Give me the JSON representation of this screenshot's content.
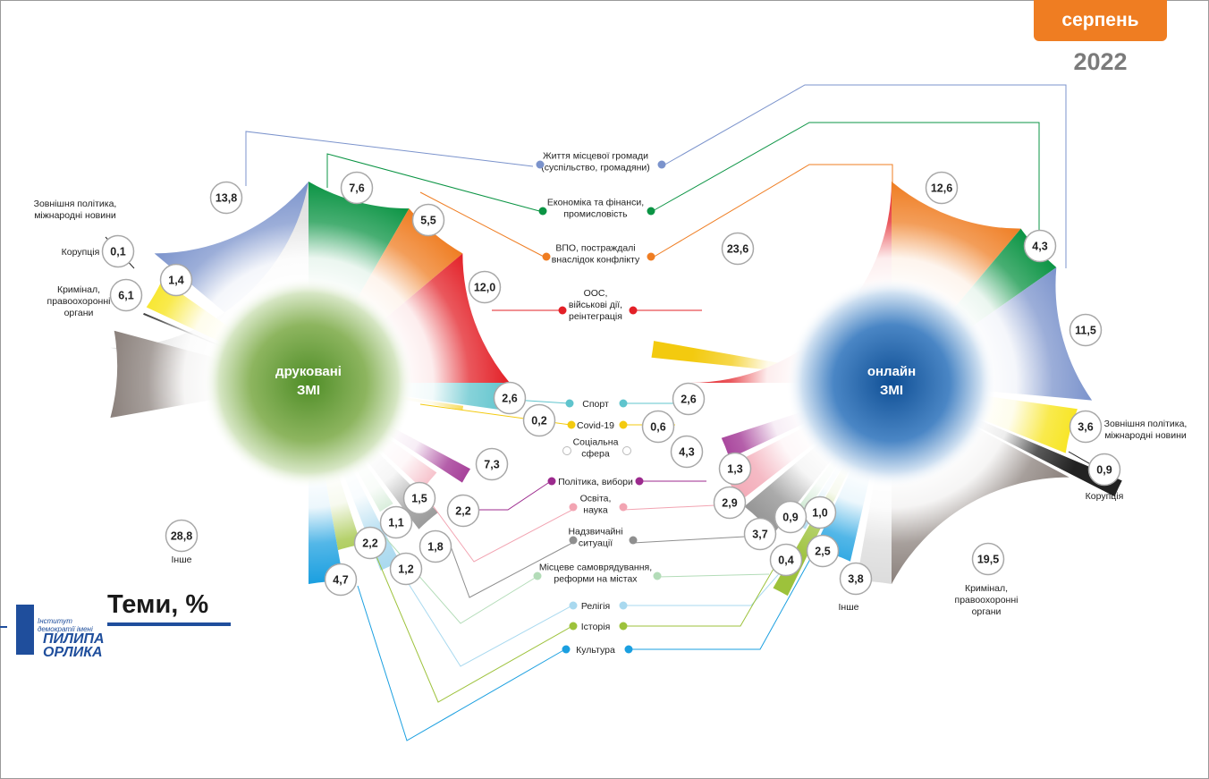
{
  "header": {
    "month": "серпень",
    "year": "2022"
  },
  "footer": {
    "title": "Теми, %",
    "logo_line1": "Інститут демократії імені",
    "logo_line2": "ПИЛИПА ОРЛИКА"
  },
  "chart_data": [
    {
      "type": "pie",
      "title": "друковані ЗМІ",
      "slices": [
        {
          "label": "Життя місцевої громади (суспільство, громадяни)",
          "value": 13.8,
          "value_text": "13,8",
          "color": "#7b93cc"
        },
        {
          "label": "Економіка та фінанси, промисловість",
          "value": 7.6,
          "value_text": "7,6",
          "color": "#0b9444"
        },
        {
          "label": "ВПО, постраждалі внаслідок конфлікту",
          "value": 5.5,
          "value_text": "5,5",
          "color": "#ef7d22"
        },
        {
          "label": "ООС, військові дії, реінтеграція",
          "value": 12.0,
          "value_text": "12,0",
          "color": "#e32027"
        },
        {
          "label": "Спорт",
          "value": 2.6,
          "value_text": "2,6",
          "color": "#5fc4cd"
        },
        {
          "label": "Covid-19",
          "value": 0.2,
          "value_text": "0,2",
          "color": "#f3ca0f"
        },
        {
          "label": "Соціальна сфера",
          "value": 7.3,
          "value_text": "7,3",
          "color": "#ffffff"
        },
        {
          "label": "Політика, вибори",
          "value": 2.2,
          "value_text": "2,2",
          "color": "#9c2a8e"
        },
        {
          "label": "Освіта, наука",
          "value": 1.5,
          "value_text": "1,5",
          "color": "#f2a4b2"
        },
        {
          "label": "Надзвичайні ситуації",
          "value": 1.8,
          "value_text": "1,8",
          "color": "#8f8f8f"
        },
        {
          "label": "Місцеве самоврядування, реформи на містах",
          "value": 1.1,
          "value_text": "1,1",
          "color": "#b3dcb8"
        },
        {
          "label": "Релігія",
          "value": 1.2,
          "value_text": "1,2",
          "color": "#a9d9ef"
        },
        {
          "label": "Історія",
          "value": 2.2,
          "value_text": "2,2",
          "color": "#9dc23b"
        },
        {
          "label": "Культура",
          "value": 4.7,
          "value_text": "4,7",
          "color": "#1a9fe0"
        },
        {
          "label": "Інше",
          "value": 28.8,
          "value_text": "28,8",
          "color": "#dcdcdc"
        },
        {
          "label": "Кримінал, правоохоронні органи",
          "value": 6.1,
          "value_text": "6,1",
          "color": "#8a807b"
        },
        {
          "label": "Корупція",
          "value": 0.1,
          "value_text": "0,1",
          "color": "#222222"
        },
        {
          "label": "Зовнішня політика, міжнародні новини",
          "value": 1.4,
          "value_text": "1,4",
          "color": "#f7e311"
        }
      ]
    },
    {
      "type": "pie",
      "title": "онлайн ЗМІ",
      "slices": [
        {
          "label": "ВПО, постраждалі внаслідок конфлікту",
          "value": 12.6,
          "value_text": "12,6",
          "color": "#ef7d22"
        },
        {
          "label": "Економіка та фінанси, промисловість",
          "value": 4.3,
          "value_text": "4,3",
          "color": "#0b9444"
        },
        {
          "label": "Життя місцевої громади (суспільство, громадяни)",
          "value": 11.5,
          "value_text": "11,5",
          "color": "#7b93cc"
        },
        {
          "label": "Зовнішня політика, міжнародні новини",
          "value": 3.6,
          "value_text": "3,6",
          "color": "#f7e311"
        },
        {
          "label": "Корупція",
          "value": 0.9,
          "value_text": "0,9",
          "color": "#222222"
        },
        {
          "label": "Кримінал, правоохоронні органи",
          "value": 19.5,
          "value_text": "19,5",
          "color": "#8a807b"
        },
        {
          "label": "Інше",
          "value": 3.8,
          "value_text": "3,8",
          "color": "#dcdcdc"
        },
        {
          "label": "Культура",
          "value": 2.5,
          "value_text": "2,5",
          "color": "#1a9fe0"
        },
        {
          "label": "Історія",
          "value": 0.4,
          "value_text": "0,4",
          "color": "#9dc23b"
        },
        {
          "label": "Релігія",
          "value": 1.0,
          "value_text": "1,0",
          "color": "#a9d9ef"
        },
        {
          "label": "Місцеве самоврядування, реформи на містах",
          "value": 0.9,
          "value_text": "0,9",
          "color": "#b3dcb8"
        },
        {
          "label": "Надзвичайні ситуації",
          "value": 3.7,
          "value_text": "3,7",
          "color": "#8f8f8f"
        },
        {
          "label": "Освіта, наука",
          "value": 2.9,
          "value_text": "2,9",
          "color": "#f2a4b2"
        },
        {
          "label": "Політика, вибори",
          "value": 1.3,
          "value_text": "1,3",
          "color": "#9c2a8e"
        },
        {
          "label": "Соціальна сфера",
          "value": 4.3,
          "value_text": "4,3",
          "color": "#ffffff"
        },
        {
          "label": "Covid-19",
          "value": 0.6,
          "value_text": "0,6",
          "color": "#f3ca0f"
        },
        {
          "label": "Спорт",
          "value": 2.6,
          "value_text": "2,6",
          "color": "#5fc4cd"
        },
        {
          "label": "ООС, військові дії, реінтеграція",
          "value": 23.6,
          "value_text": "23,6",
          "color": "#e32027"
        }
      ]
    }
  ],
  "legend": [
    {
      "lines": [
        "Життя місцевої громади",
        "(суспільство, громадяни)"
      ],
      "color": "#7b93cc"
    },
    {
      "lines": [
        "Економіка та фінанси,",
        "промисловість"
      ],
      "color": "#0b9444"
    },
    {
      "lines": [
        "ВПО, постраждалі",
        "внаслідок конфлікту"
      ],
      "color": "#ef7d22"
    },
    {
      "lines": [
        "ООС,",
        "військові дії,",
        "реінтеграція"
      ],
      "color": "#e32027"
    },
    {
      "lines": [
        "Спорт"
      ],
      "color": "#5fc4cd"
    },
    {
      "lines": [
        "Covid-19"
      ],
      "color": "#f3ca0f"
    },
    {
      "lines": [
        "Соціальна",
        "сфера"
      ],
      "color": "#ffffff"
    },
    {
      "lines": [
        "Політика, вибори"
      ],
      "color": "#9c2a8e"
    },
    {
      "lines": [
        "Освіта,",
        "наука"
      ],
      "color": "#f2a4b2"
    },
    {
      "lines": [
        "Надзвичайні",
        "ситуації"
      ],
      "color": "#8f8f8f"
    },
    {
      "lines": [
        "Місцеве самоврядування,",
        "реформи на містах"
      ],
      "color": "#b3dcb8"
    },
    {
      "lines": [
        "Релігія"
      ],
      "color": "#a9d9ef"
    },
    {
      "lines": [
        "Історія"
      ],
      "color": "#9dc23b"
    },
    {
      "lines": [
        "Культура"
      ],
      "color": "#1a9fe0"
    }
  ],
  "outer_labels": {
    "left": [
      {
        "lines": [
          "Зовнішня політика,",
          "міжнародні новини"
        ]
      },
      {
        "lines": [
          "Корупція"
        ]
      },
      {
        "lines": [
          "Кримінал,",
          "правоохоронні",
          "органи"
        ]
      },
      {
        "lines": [
          "Інше"
        ]
      }
    ],
    "right": [
      {
        "lines": [
          "Зовнішня політика,",
          "міжнародні новини"
        ]
      },
      {
        "lines": [
          "Корупція"
        ]
      },
      {
        "lines": [
          "Кримінал,",
          "правоохоронні",
          "органи"
        ]
      },
      {
        "lines": [
          "Інше"
        ]
      }
    ]
  },
  "centers": {
    "left": [
      "друковані",
      "ЗМІ"
    ],
    "right": [
      "онлайн",
      "ЗМІ"
    ]
  }
}
